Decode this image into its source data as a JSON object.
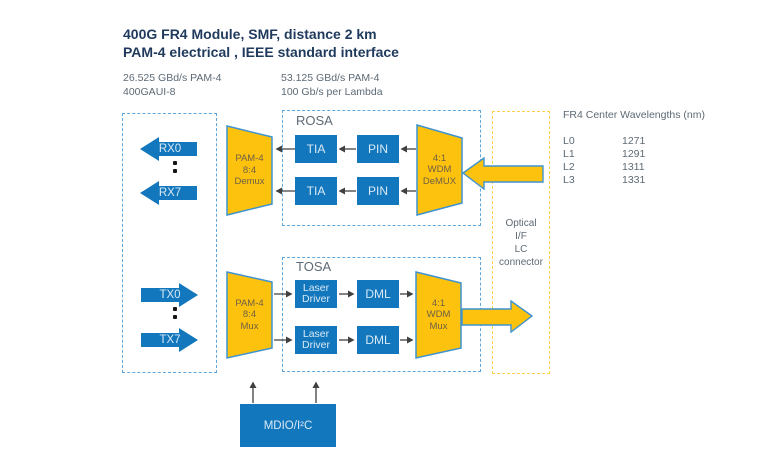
{
  "title": {
    "line1": "400G FR4 Module, SMF, distance 2 km",
    "line2": "PAM-4 electrical , IEEE standard interface"
  },
  "notes": {
    "host_rate": {
      "line1": "26.525 GBd/s PAM-4",
      "line2": "400GAUI-8"
    },
    "line_rate": {
      "line1": "53.125 GBd/s PAM-4",
      "line2": "100 Gb/s per Lambda"
    }
  },
  "lanes": {
    "rx_first": "RX0",
    "rx_last": "RX7",
    "tx_first": "TX0",
    "tx_last": "TX7"
  },
  "blocks": {
    "pam4_demux": [
      "PAM-4",
      "8:4",
      "Demux"
    ],
    "pam4_mux": [
      "PAM-4",
      "8:4",
      "Mux"
    ],
    "wdm_demux": [
      "4:1",
      "WDM",
      "DeMUX"
    ],
    "wdm_mux": [
      "4:1",
      "WDM",
      "Mux"
    ],
    "tia": "TIA",
    "pin": "PIN",
    "dml": "DML",
    "laser_driver": [
      "Laser",
      "Driver"
    ],
    "mdio": "MDIO/I²C",
    "rosa": "ROSA",
    "tosa": "TOSA"
  },
  "optical_if": [
    "Optical",
    "I/F",
    "LC",
    "connector"
  ],
  "wavelengths": {
    "title": "FR4 Center Wavelengths (nm)",
    "rows": [
      {
        "label": "L0",
        "value": "1271"
      },
      {
        "label": "L1",
        "value": "1291"
      },
      {
        "label": "L2",
        "value": "1311"
      },
      {
        "label": "L3",
        "value": "1331"
      }
    ]
  },
  "colors": {
    "block_blue": "#1377BD",
    "accent_yellow": "#FDC20E",
    "dashed_blue": "#5EA6DB",
    "dashed_yellow": "#FFD04F",
    "title_navy": "#1F3A5C",
    "label_gray": "#5D6A75",
    "trapezoid_text": "#6F6045"
  }
}
